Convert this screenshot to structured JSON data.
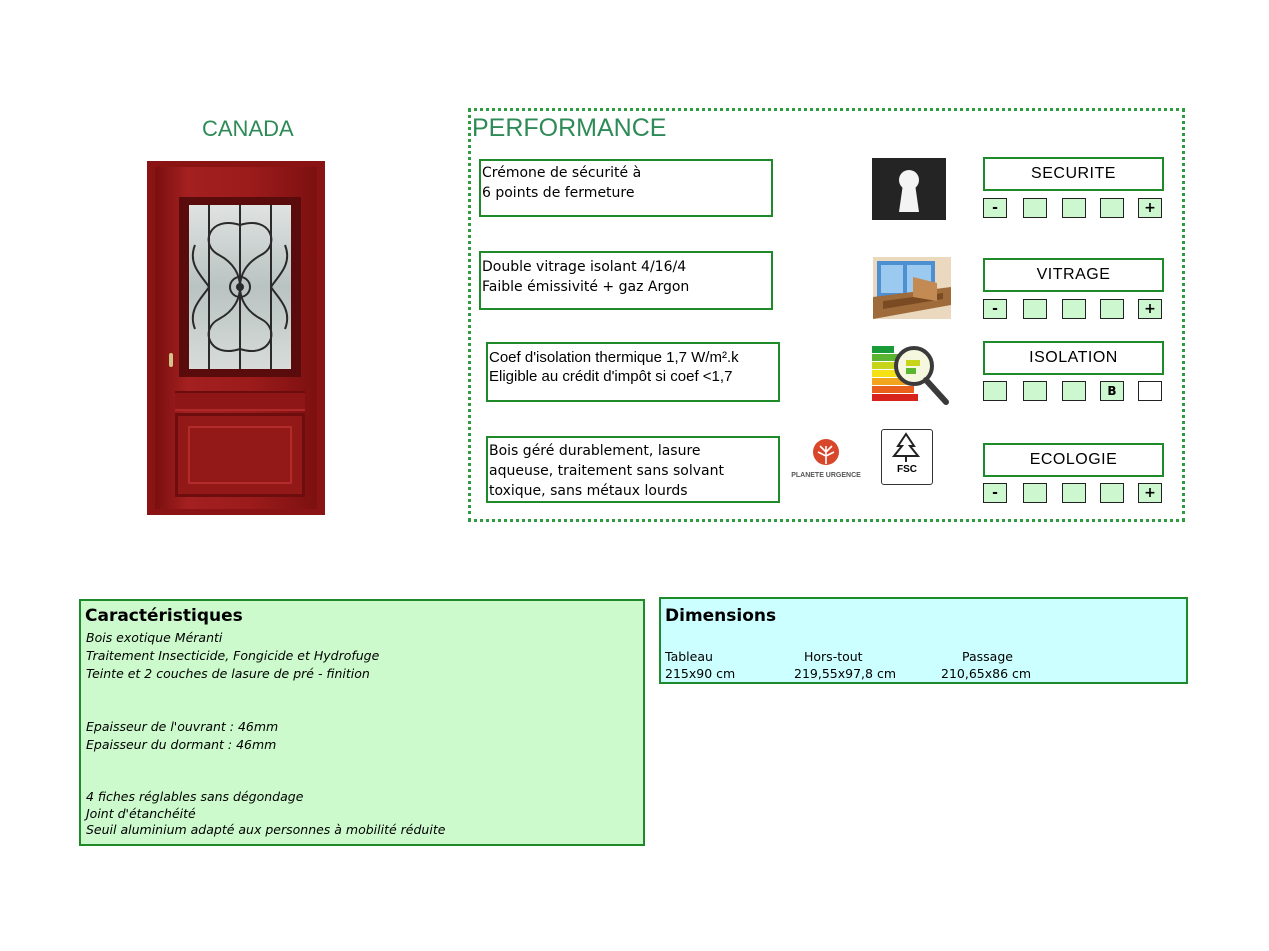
{
  "product": {
    "name": "CANADA"
  },
  "performance": {
    "title": "PERFORMANCE",
    "features": [
      {
        "text": "Crémone de sécurité à\n6 points de fermeture",
        "icon": "keyhole-icon"
      },
      {
        "text": "Double vitrage isolant 4/16/4\nFaible émissivité + gaz Argon",
        "icon": "window-glazing-icon"
      },
      {
        "text": "Coef d'isolation thermique 1,7 W/m².k\nEligible au crédit d'impôt si coef <1,7",
        "icon": "energy-label-magnifier-icon"
      },
      {
        "text": "Bois géré durablement, lasure\naqueuse, traitement sans solvant\ntoxique, sans métaux lourds",
        "icon": "planete-urgence-fsc-logos"
      }
    ],
    "ratings": [
      {
        "label": "SECURITE",
        "min": "-",
        "max": "+",
        "level": 5
      },
      {
        "label": "VITRAGE",
        "min": "-",
        "max": "+",
        "level": 5
      },
      {
        "label": "ISOLATION",
        "marker": "B",
        "level": 4
      },
      {
        "label": "ECOLOGIE",
        "min": "-",
        "max": "+",
        "level": 5
      }
    ]
  },
  "logos": {
    "planete_urgence": "PLANETE URGENCE",
    "fsc": "FSC"
  },
  "caracteristiques": {
    "title": "Caractéristiques",
    "lines_1": [
      "Bois exotique Méranti",
      "Traitement Insecticide, Fongicide et Hydrofuge",
      "Teinte et 2 couches de lasure de pré - finition"
    ],
    "lines_2": [
      "Epaisseur de l'ouvrant : 46mm",
      "Epaisseur du dormant : 46mm"
    ],
    "lines_3": [
      "4 fiches réglables sans dégondage",
      "Joint d'étanchéité",
      "Seuil aluminium adapté aux personnes à mobilité réduite"
    ]
  },
  "dimensions": {
    "title": "Dimensions",
    "columns": [
      {
        "header": "Tableau",
        "value": "215x90 cm"
      },
      {
        "header": "Hors-tout",
        "value": "219,55x97,8 cm"
      },
      {
        "header": "Passage",
        "value": "210,65x86 cm"
      }
    ]
  },
  "colors": {
    "accent_green": "#2e8b57",
    "border_green": "#1f8a2a",
    "carac_bg": "#ccfacc",
    "dims_bg": "#ccffff",
    "door_red": "#8a1414"
  }
}
